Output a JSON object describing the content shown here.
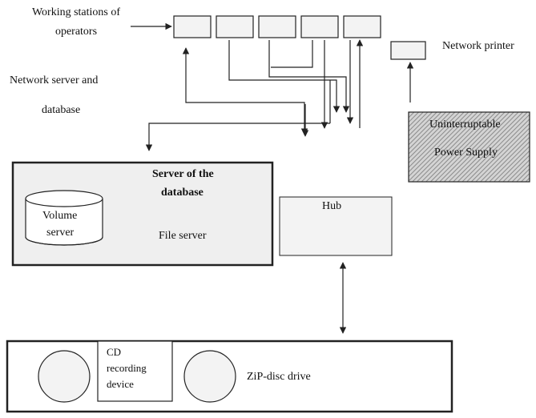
{
  "labels": {
    "workstations": "Working stations of operators",
    "network_server": "Network server and",
    "database": "database",
    "network_printer": "Network printer",
    "ups_line1": "Uninterruptable",
    "ups_line2": "Power Supply",
    "server_title_line1": "Server of the",
    "server_title_line2": "database",
    "volume_line1": "Volume",
    "volume_line2": "server",
    "file_server": "File server",
    "hub": "Hub",
    "cd_line1": "CD",
    "cd_line2": "recording",
    "cd_line3": "device",
    "zip_drive": "ZiP-disc drive"
  },
  "colors": {
    "line": "#222222",
    "server_fill": "#efefef",
    "box_fill": "#f3f3f3",
    "ups_hatch": "#9a9a9a"
  }
}
